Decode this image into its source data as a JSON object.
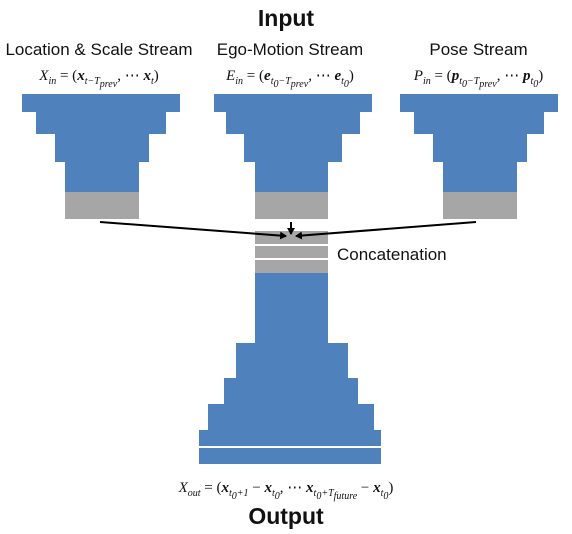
{
  "title_input": "Input",
  "title_output": "Output",
  "streams": [
    {
      "name": "Location & Scale Stream",
      "formula_lhs": "X",
      "formula_lhs_sub": "in"
    },
    {
      "name": "Ego-Motion Stream",
      "formula_lhs": "E",
      "formula_lhs_sub": "in"
    },
    {
      "name": "Pose Stream",
      "formula_lhs": "P",
      "formula_lhs_sub": "in"
    }
  ],
  "concat_label": "Concatenation",
  "output_formula_lhs": "X",
  "output_formula_lhs_sub": "out",
  "colors": {
    "block": "#4f81bd",
    "gray": "#a6a6a6",
    "line": "#000000"
  }
}
